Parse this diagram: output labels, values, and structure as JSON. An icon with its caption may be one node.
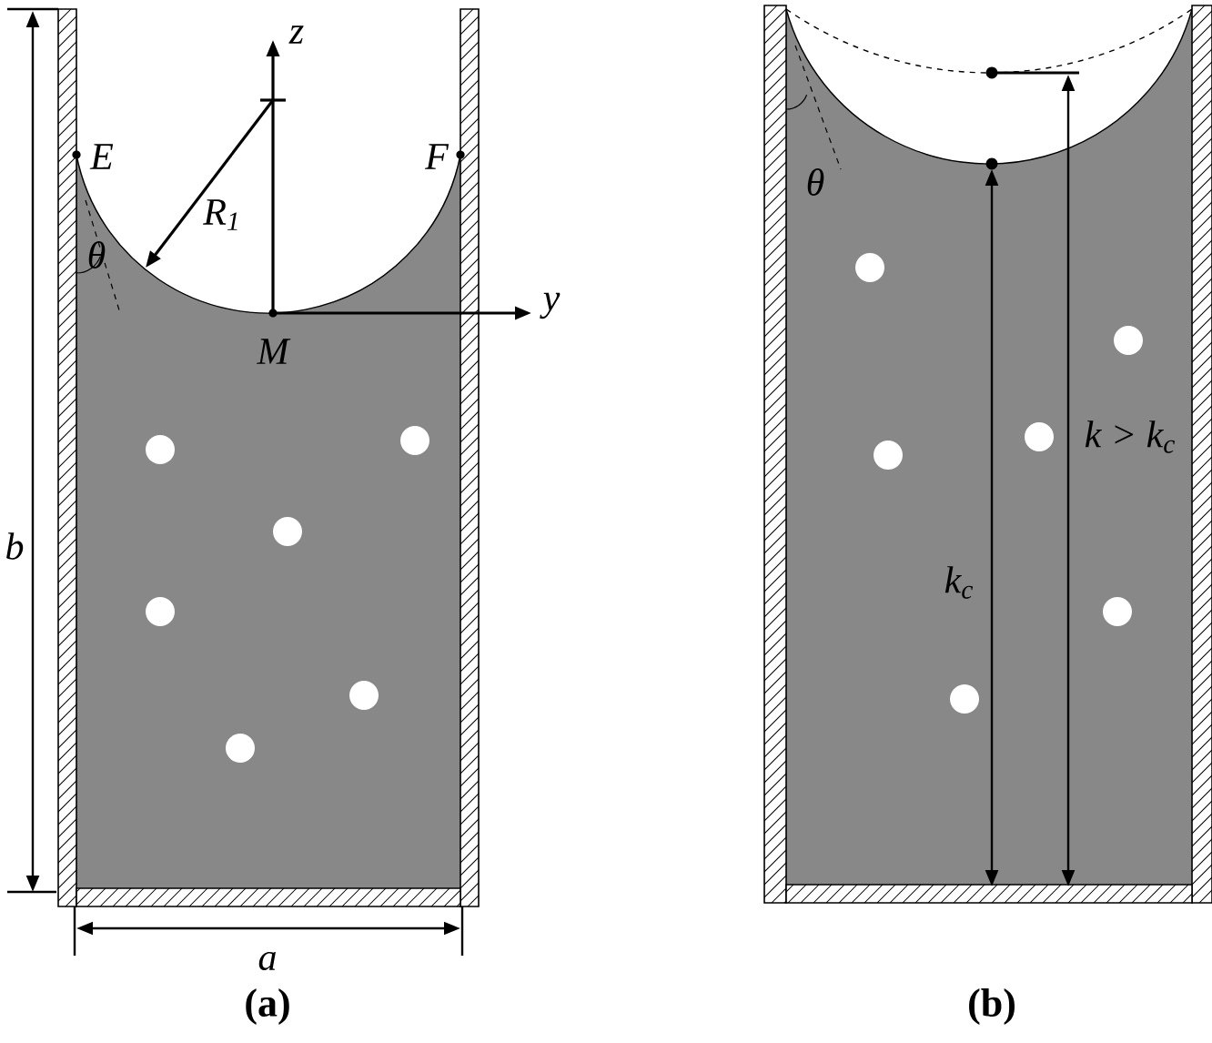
{
  "diagram": {
    "labels": [
      "z",
      "E",
      "F",
      "R$_{1}$",
      "y",
      "θ",
      "M",
      "b",
      "a",
      "(a)",
      "θ",
      "k > k$_{c}$",
      "k$_{c}$",
      "(b)"
    ]
  }
}
